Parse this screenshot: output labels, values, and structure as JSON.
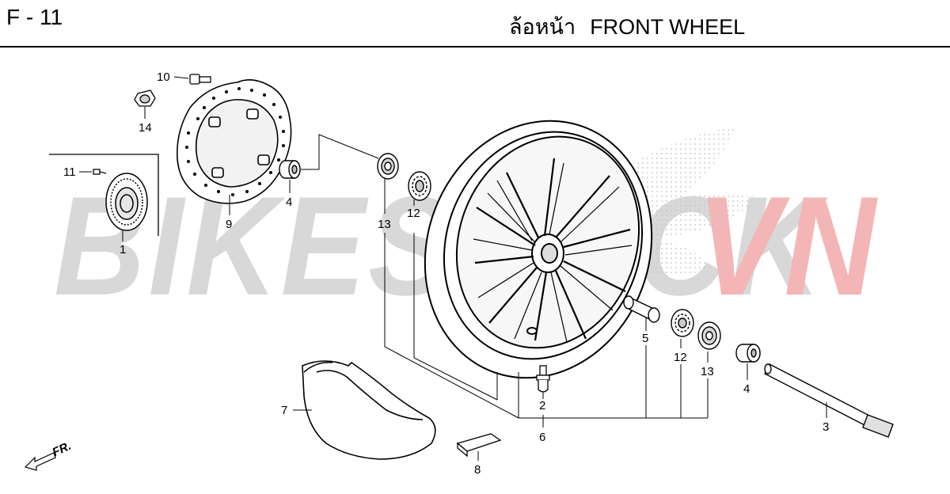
{
  "header": {
    "page_code": "F - 11",
    "title_thai": "ล้อหน้า",
    "title_english": "FRONT WHEEL"
  },
  "watermark": {
    "part_a": "BIKESTOCK",
    "part_b": "VN",
    "colors": {
      "part_a": "#d8d8d8",
      "part_b": "#f3b5b5"
    }
  },
  "direction_indicator": {
    "label": "FR."
  },
  "callouts": [
    {
      "id": "1",
      "part": "speed-sensor-pulser-ring"
    },
    {
      "id": "2",
      "part": "tire-valve"
    },
    {
      "id": "3",
      "part": "front-axle"
    },
    {
      "id": "4",
      "part": "side-collar-left"
    },
    {
      "id": "4",
      "part": "side-collar-right"
    },
    {
      "id": "5",
      "part": "distance-collar"
    },
    {
      "id": "6",
      "part": "valve-group"
    },
    {
      "id": "7",
      "part": "tire"
    },
    {
      "id": "8",
      "part": "balance-weight"
    },
    {
      "id": "9",
      "part": "brake-disc"
    },
    {
      "id": "10",
      "part": "disc-bolt"
    },
    {
      "id": "11",
      "part": "pulser-screw"
    },
    {
      "id": "12",
      "part": "bearing-left"
    },
    {
      "id": "12",
      "part": "bearing-right"
    },
    {
      "id": "13",
      "part": "dust-seal-left"
    },
    {
      "id": "13",
      "part": "dust-seal-right"
    },
    {
      "id": "14",
      "part": "nut"
    }
  ]
}
